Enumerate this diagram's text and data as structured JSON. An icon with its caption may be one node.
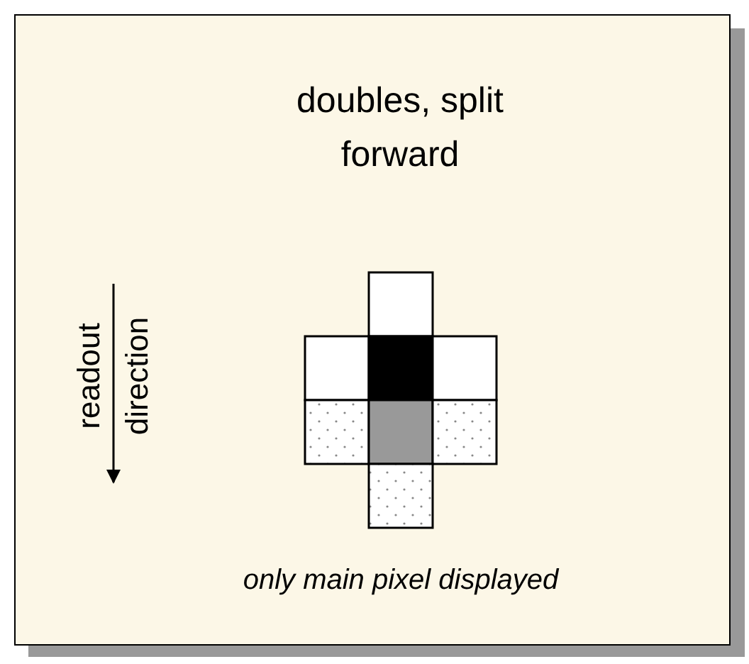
{
  "diagram": {
    "title": "doubles, split forward",
    "caption": "only main pixel displayed",
    "labels": [
      "readout direction"
    ]
  }
}
